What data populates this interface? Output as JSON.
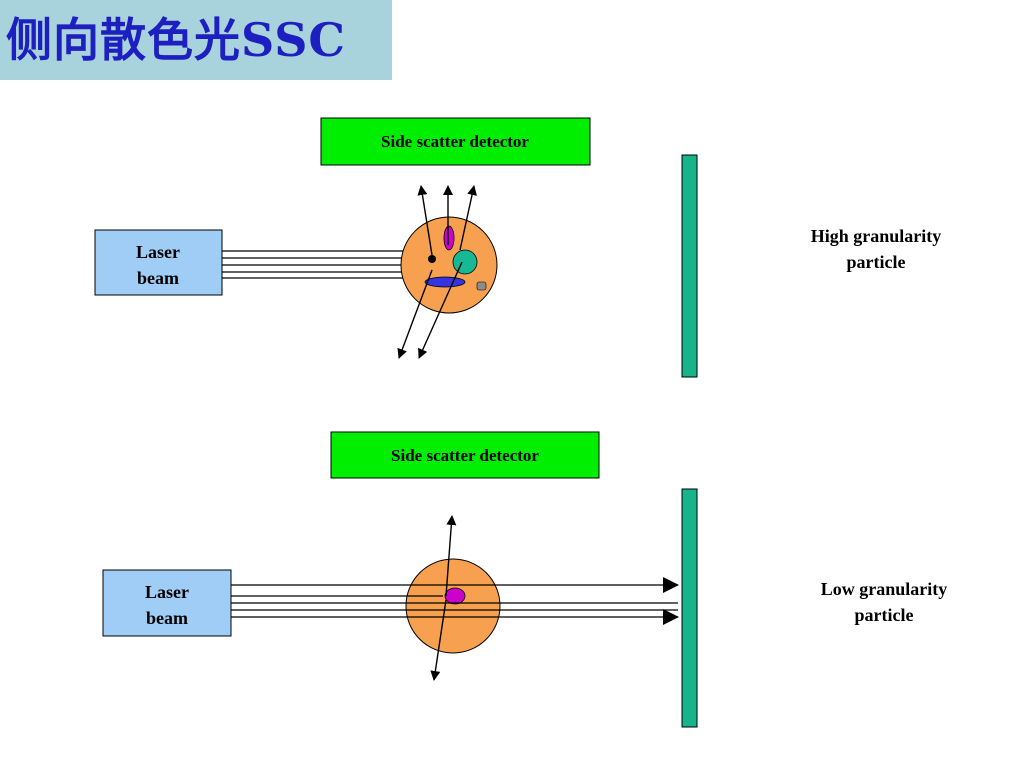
{
  "title": "侧向散色光SSC",
  "top_panel": {
    "detector_label": "Side scatter detector",
    "laser_label_line1": "Laser",
    "laser_label_line2": "beam",
    "particle_label_line1": "High granularity",
    "particle_label_line2": "particle"
  },
  "bottom_panel": {
    "detector_label": "Side scatter detector",
    "laser_label_line1": "Laser",
    "laser_label_line2": "beam",
    "particle_label_line1": "Low granularity",
    "particle_label_line2": "particle"
  },
  "colors": {
    "title_background": "#a9d3dc",
    "title_text": "#1d1fc0",
    "detector_fill": "#00ee00",
    "laser_box_fill": "#9fcdf5",
    "cell_fill": "#f7a04f",
    "forward_detector_fill": "#16b488",
    "granule_magenta": "#cc00cc",
    "granule_teal": "#17b894",
    "granule_blue": "#3535e0",
    "granule_grey": "#8c8c8c"
  }
}
